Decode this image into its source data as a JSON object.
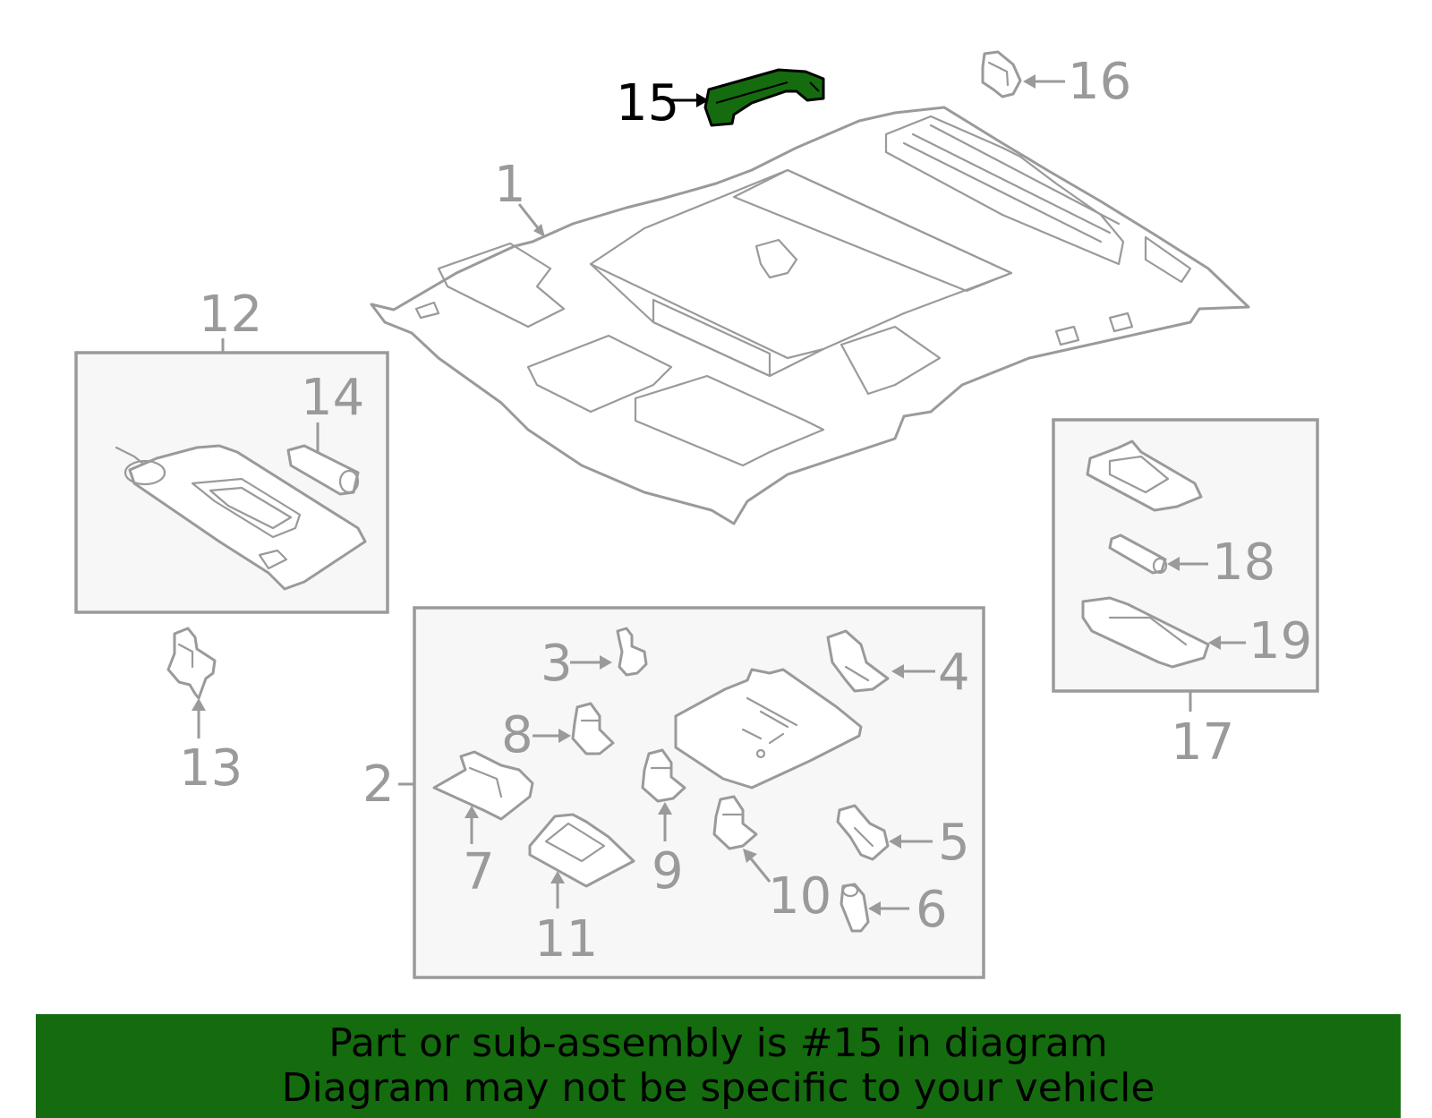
{
  "diagram": {
    "highlight_color": "#146c0e",
    "line_color": "#9a9a9a",
    "callouts": {
      "c1": "1",
      "c2": "2",
      "c3": "3",
      "c4": "4",
      "c5": "5",
      "c6": "6",
      "c7": "7",
      "c8": "8",
      "c9": "9",
      "c10": "10",
      "c11": "11",
      "c12": "12",
      "c13": "13",
      "c14": "14",
      "c15": "15",
      "c16": "16",
      "c17": "17",
      "c18": "18",
      "c19": "19"
    },
    "highlighted_part": "15"
  },
  "banner": {
    "line1": "Part or sub-assembly is #15 in diagram",
    "line2": "Diagram may not be specific to your vehicle"
  }
}
